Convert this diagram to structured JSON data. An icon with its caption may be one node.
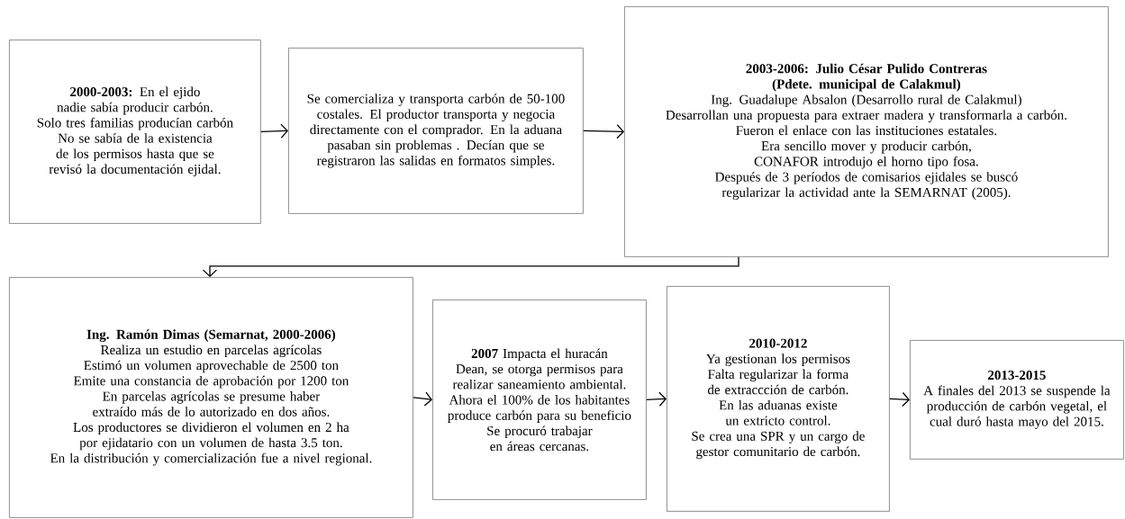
{
  "diagram": {
    "nodes": [
      {
        "text": [
          "**2000-2003:** En el ejido nadie sabía producir carbón.",
          "Solo tres familias producían carbón",
          "No se sabía de la existencia de los permisos hasta que se revisó la documentación ejidal."
        ]
      },
      {
        "text": [
          "Se comercializa y transporta carbón de 50-100 costales. El productor transporta y negocia directamente con el comprador. En la aduana pasaban sin problemas . Decían que se registraron las salidas en formatos simples."
        ]
      },
      {
        "text": [
          "2003-2006: Julio César Pulido Contreras (Pdete. municipal de Calakmul)",
          "Ing. Guadalupe Absalon (Desarrollo rural de Calakmul)",
          "Desarrollan una propuesta para extraer madera y transformarla a carbón.",
          "Fueron el enlace con las instituciones estatales.",
          "Era sencillo mover y producir carbón, CONAFOR introdujo el horno tipo fosa.",
          "Después de 3 períodos de comisarios ejidales se buscó regularizar la actividad ante la SEMARNAT (2005)."
        ]
      },
      {
        "text": [
          "Ing. Ramón Dimas (Semarnat, 2000-2006)",
          "Realiza un estudio en parcelas agrícolas",
          "Estimó un volumen aprovechable de 2500 ton",
          "Emite una constancia de aprobación por 1200 ton",
          "En parcelas agrícolas se presume haber extraído más de lo autorizado en dos años.",
          "Los productores se dividieron el volumen en 2 ha por ejidatario con un volumen de hasta 3.5 ton.",
          "En la distribución y comercialización fue a nivel regional."
        ]
      },
      {
        "text": [
          "**2007** Impacta el huracán Dean, se otorga permisos para realizar saneamiento ambiental.",
          "Ahora el 100% de los habitantes produce carbón para su beneficio",
          "Se procuró trabajar en áreas cercanas."
        ]
      },
      {
        "text": [
          "2010-2012",
          "Ya gestionan los permisos",
          "Falta regularizar la forma de extraccción de carbón.",
          "En las aduanas existe un extricto control.",
          "Se crea una SPR y un cargo de gestor comunitario de carbón."
        ]
      },
      {
        "text": [
          "2013-2015",
          "A finales del 2013 se suspende la producción de carbón vegetal, el cual duró hasta mayo del 2015."
        ]
      }
    ],
    "edges": [
      {
        "from": 0,
        "to": 1,
        "arrow": "to"
      },
      {
        "from": 1,
        "to": 2,
        "arrow": "to"
      },
      {
        "from": 2,
        "to": 3,
        "arrow": "to"
      },
      {
        "from": 3,
        "to": 4,
        "arrow": "to"
      },
      {
        "from": 4,
        "to": 5,
        "arrow": "to"
      },
      {
        "from": 5,
        "to": 6,
        "arrow": "to"
      }
    ]
  }
}
